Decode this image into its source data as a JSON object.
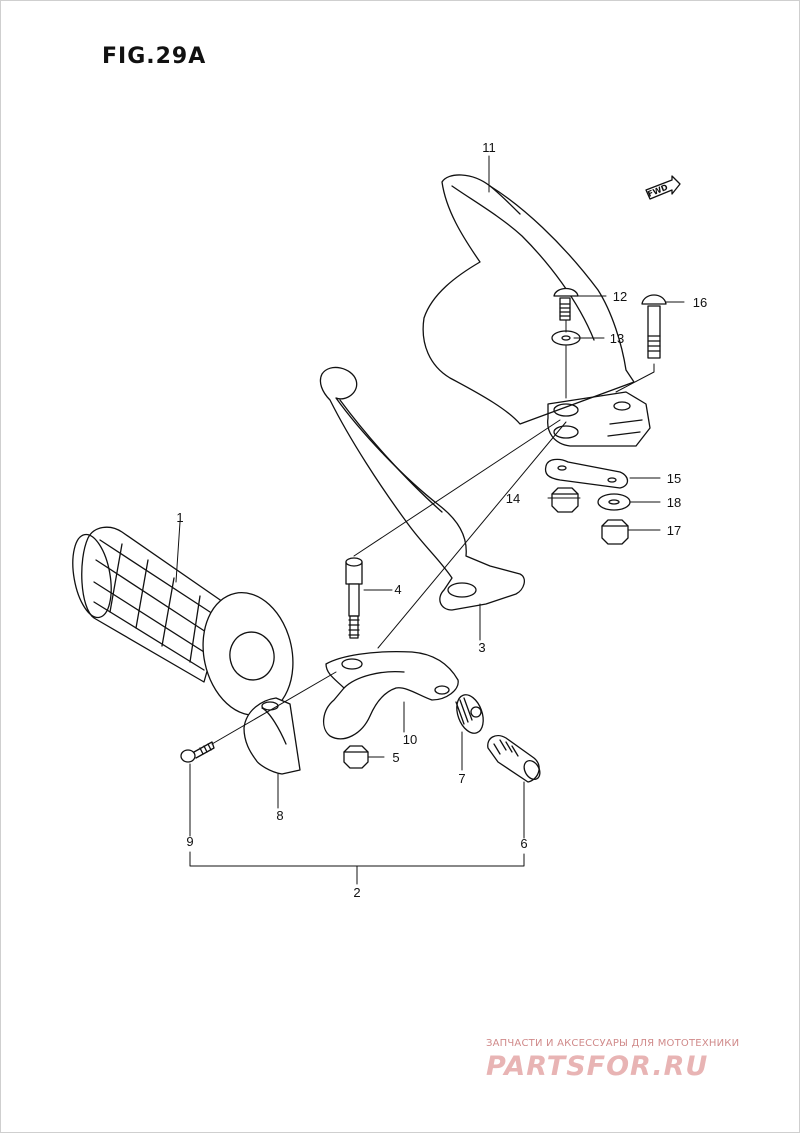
{
  "figure": {
    "title": "FIG.29A"
  },
  "direction_marker": {
    "text": "FWD",
    "icon": "forward-arrow-icon"
  },
  "parts": [
    {
      "id": "1",
      "label": "1"
    },
    {
      "id": "2",
      "label": "2"
    },
    {
      "id": "3",
      "label": "3"
    },
    {
      "id": "4",
      "label": "4"
    },
    {
      "id": "5",
      "label": "5"
    },
    {
      "id": "6",
      "label": "6"
    },
    {
      "id": "7",
      "label": "7"
    },
    {
      "id": "8",
      "label": "8"
    },
    {
      "id": "9",
      "label": "9"
    },
    {
      "id": "10",
      "label": "10"
    },
    {
      "id": "11",
      "label": "11"
    },
    {
      "id": "12",
      "label": "12"
    },
    {
      "id": "13",
      "label": "13"
    },
    {
      "id": "14",
      "label": "14"
    },
    {
      "id": "15",
      "label": "15"
    },
    {
      "id": "16",
      "label": "16"
    },
    {
      "id": "17",
      "label": "17"
    },
    {
      "id": "18",
      "label": "18"
    }
  ],
  "watermark": {
    "caption": "ЗАПЧАСТИ И АКСЕССУАРЫ ДЛЯ МОТОТЕХНИКИ",
    "logo": "PARTSFOR.RU"
  },
  "colors": {
    "ink": "#111111",
    "watermark": "#e8b4b4",
    "background": "#ffffff"
  }
}
